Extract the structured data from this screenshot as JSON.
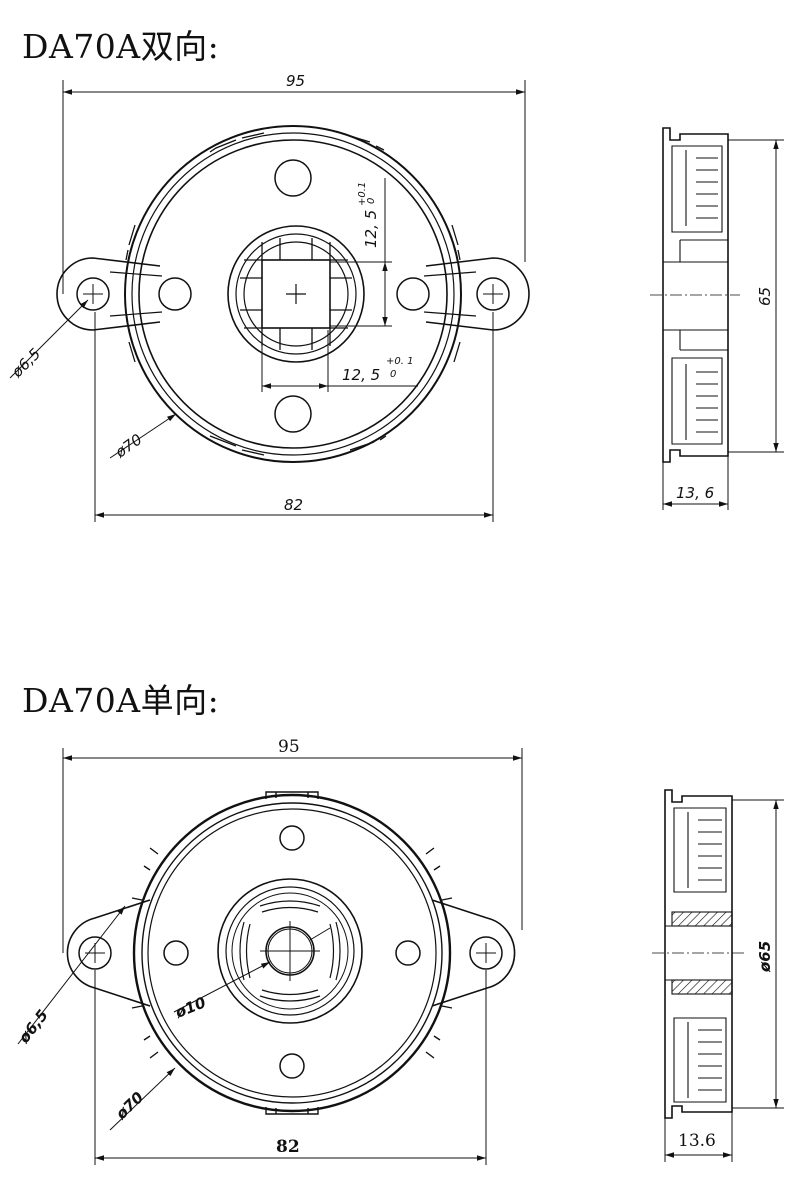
{
  "top_drawing": {
    "title": "DA70A双向:",
    "dim_width_total": "95",
    "dim_hole_pitch": "82",
    "dim_hole_dia": "ø6,5",
    "dim_outer_dia": "ø70",
    "dim_slot_v_main": "12, 5",
    "dim_slot_v_tol_upper": "+0.1",
    "dim_slot_v_tol_lower": "0",
    "dim_slot_h_main": "12, 5",
    "dim_slot_h_tol_upper": "+0. 1",
    "dim_slot_h_tol_lower": "0",
    "side_height": "65",
    "side_thickness": "13, 6"
  },
  "bottom_drawing": {
    "title": "DA70A单向:",
    "dim_width_total": "95",
    "dim_hole_pitch": "82",
    "dim_hole_dia": "ø6,5",
    "dim_outer_dia": "ø70",
    "dim_center_dia": "ø10",
    "side_height": "ø65",
    "side_thickness": "13.6"
  }
}
